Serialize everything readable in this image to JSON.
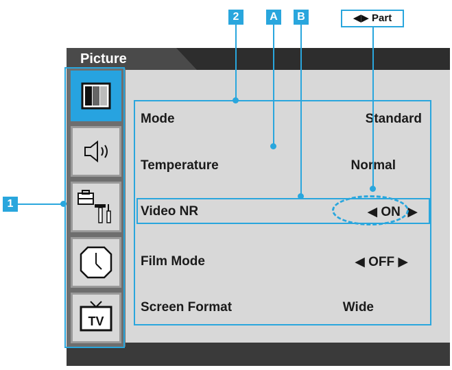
{
  "callouts": {
    "c1": "1",
    "c2": "2",
    "cA": "A",
    "cB": "B",
    "part": "◀▶ Part"
  },
  "header": {
    "title": "Picture"
  },
  "sidebar": {
    "items": [
      {
        "name": "picture-icon",
        "active": true
      },
      {
        "name": "sound-icon",
        "active": false
      },
      {
        "name": "setup-icon",
        "active": false
      },
      {
        "name": "time-icon",
        "active": false
      },
      {
        "name": "tv-icon",
        "active": false
      }
    ]
  },
  "menu": {
    "rows": [
      {
        "label": "Mode",
        "value": "Standard"
      },
      {
        "label": "Temperature",
        "value": "Normal"
      },
      {
        "label": "Video NR",
        "value": "◀ ON  ▶"
      },
      {
        "label": "Film Mode",
        "value": "◀ OFF ▶"
      },
      {
        "label": "Screen Format",
        "value": "Wide"
      }
    ]
  },
  "colors": {
    "accent": "#29a6dd",
    "panel": "#d8d8d8",
    "frame": "#2d2d2d"
  }
}
